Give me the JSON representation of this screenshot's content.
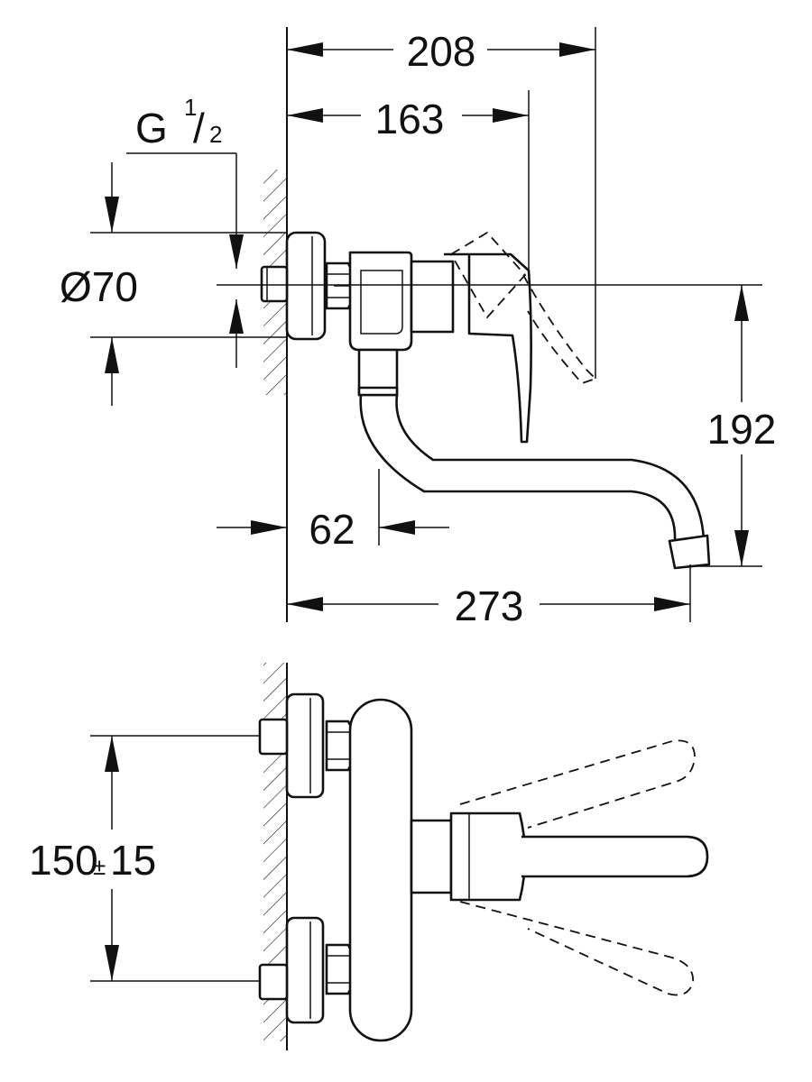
{
  "side_view": {
    "dimensions": {
      "total_depth": "208",
      "lever_depth": "163",
      "thread_prefix": "G",
      "thread_numerator": "1",
      "thread_slash": "/",
      "thread_denominator": "2",
      "flange_diameter": "Ø70",
      "height": "192",
      "body_offset": "62",
      "spout_reach": "273"
    }
  },
  "top_view": {
    "dimensions": {
      "inlet_spacing": "150",
      "tolerance_sign": "±",
      "tolerance": "15"
    }
  }
}
